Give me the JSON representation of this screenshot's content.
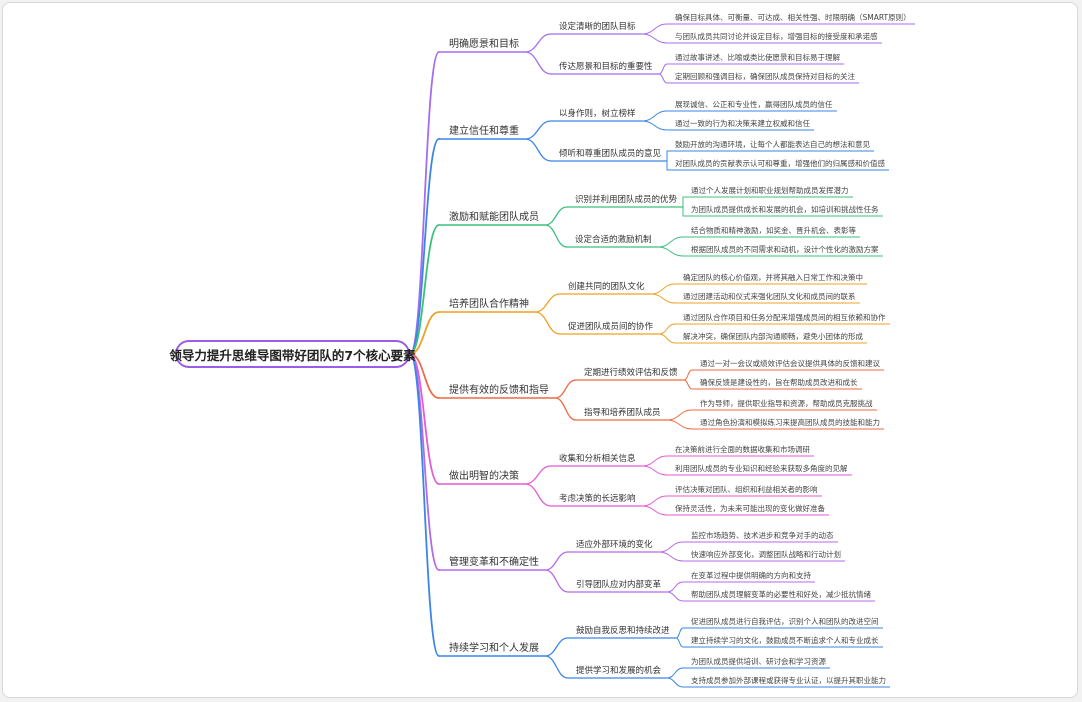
{
  "root": "领导力提升思维导图带好团队的7个核心要素",
  "branches": [
    {
      "title": "明确愿景和目标",
      "color": "#a56cf0",
      "children": [
        {
          "title": "设定清晰的团队目标",
          "leaves": [
            "确保目标具体、可衡量、可达成、相关性强、时限明确（SMART原则）",
            "与团队成员共同讨论并设定目标，增强目标的接受度和承诺感"
          ]
        },
        {
          "title": "传达愿景和目标的重要性",
          "leaves": [
            "通过故事讲述、比喻或类比使愿景和目标易于理解",
            "定期回顾和强调目标，确保团队成员保持对目标的关注"
          ]
        }
      ]
    },
    {
      "title": "建立信任和尊重",
      "color": "#3a86e8",
      "children": [
        {
          "title": "以身作则，树立榜样",
          "leaves": [
            "展现诚信、公正和专业性，赢得团队成员的信任",
            "通过一致的行为和决策来建立权威和信任"
          ]
        },
        {
          "title": "倾听和尊重团队成员的意见",
          "leaves": [
            "鼓励开放的沟通环境，让每个人都能表达自己的想法和意见",
            "对团队成员的贡献表示认可和尊重，增强他们的归属感和价值感"
          ]
        }
      ]
    },
    {
      "title": "激励和赋能团队成员",
      "color": "#3cbf7d",
      "children": [
        {
          "title": "识别并利用团队成员的优势",
          "leaves": [
            "通过个人发展计划和职业规划帮助成员发挥潜力",
            "为团队成员提供成长和发展的机会，如培训和挑战性任务"
          ]
        },
        {
          "title": "设定合适的激励机制",
          "leaves": [
            "结合物质和精神激励，如奖金、晋升机会、表彰等",
            "根据团队成员的不同需求和动机，设计个性化的激励方案"
          ]
        }
      ]
    },
    {
      "title": "培养团队合作精神",
      "color": "#f0a024",
      "children": [
        {
          "title": "创建共同的团队文化",
          "leaves": [
            "确定团队的核心价值观，并将其融入日常工作和决策中",
            "通过团建活动和仪式来强化团队文化和成员间的联系"
          ]
        },
        {
          "title": "促进团队成员间的协作",
          "leaves": [
            "通过团队合作项目和任务分配来增强成员间的相互依赖和协作",
            "解决冲突，确保团队内部沟通顺畅，避免小团体的形成"
          ]
        }
      ]
    },
    {
      "title": "提供有效的反馈和指导",
      "color": "#ef6a42",
      "children": [
        {
          "title": "定期进行绩效评估和反馈",
          "leaves": [
            "通过一对一会议或绩效评估会议提供具体的反馈和建议",
            "确保反馈是建设性的，旨在帮助成员改进和成长"
          ]
        },
        {
          "title": "指导和培养团队成员",
          "leaves": [
            "作为导师，提供职业指导和资源，帮助成员克服挑战",
            "通过角色扮演和模拟练习来提高团队成员的技能和能力"
          ]
        }
      ]
    },
    {
      "title": "做出明智的决策",
      "color": "#e45bd3",
      "children": [
        {
          "title": "收集和分析相关信息",
          "leaves": [
            "在决策前进行全面的数据收集和市场调研",
            "利用团队成员的专业知识和经验来获取多角度的见解"
          ]
        },
        {
          "title": "考虑决策的长远影响",
          "leaves": [
            "评估决策对团队、组织和利益相关者的影响",
            "保持灵活性，为未来可能出现的变化做好准备"
          ]
        }
      ]
    },
    {
      "title": "管理变革和不确定性",
      "color": "#b56ae8",
      "children": [
        {
          "title": "适应外部环境的变化",
          "leaves": [
            "监控市场趋势、技术进步和竞争对手的动态",
            "快速响应外部变化，调整团队战略和行动计划"
          ]
        },
        {
          "title": "引导团队应对内部变革",
          "leaves": [
            "在变革过程中提供明确的方向和支持",
            "帮助团队成员理解变革的必要性和好处，减少抵抗情绪"
          ]
        }
      ]
    },
    {
      "title": "持续学习和个人发展",
      "color": "#3a86e8",
      "children": [
        {
          "title": "鼓励自我反思和持续改进",
          "leaves": [
            "促进团队成员进行自我评估，识别个人和团队的改进空间",
            "建立持续学习的文化，鼓励成员不断追求个人和专业成长"
          ]
        },
        {
          "title": "提供学习和发展的机会",
          "leaves": [
            "为团队成员提供培训、研讨会和学习资源",
            "支持成员参加外部课程或获得专业认证，以提升其职业能力"
          ]
        }
      ]
    }
  ]
}
